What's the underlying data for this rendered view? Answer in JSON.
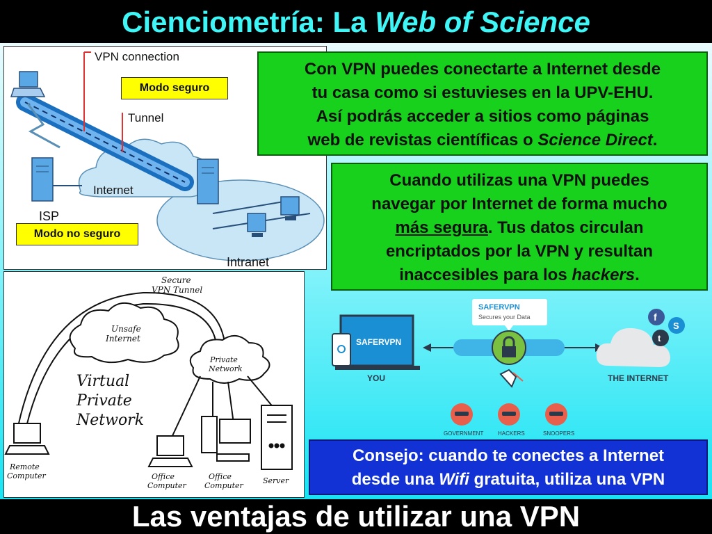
{
  "title_top": {
    "prefix": "Cienciometría: La ",
    "italic": "Web of Science"
  },
  "title_bottom": "Las ventajas de utilizar una VPN",
  "diagram1": {
    "vpn_connection": "VPN connection",
    "tunnel": "Tunnel",
    "internet": "Internet",
    "isp": "ISP",
    "intranet": "Intranet",
    "modo_seguro": "Modo seguro",
    "modo_no_seguro": "Modo no seguro"
  },
  "box1": {
    "line1": "Con VPN puedes conectarte  a Internet desde",
    "line2": "tu casa como si estuvieses en la UPV-EHU.",
    "line3": "Así podrás acceder a sitios como páginas",
    "line4_pre": "web de revistas científicas o ",
    "line4_italic": "Science Direct",
    "line4_post": "."
  },
  "box2": {
    "line1": "Cuando utilizas una VPN puedes",
    "line2": "navegar por Internet de forma mucho",
    "line3_underline": "más segura",
    "line3_post": ". Tus datos circulan",
    "line4": "encriptados por la VPN y resultan",
    "line5_pre": "inaccesibles para los ",
    "line5_italic": "hackers",
    "line5_post": "."
  },
  "diagram2": {
    "secure_line1": "Secure",
    "secure_line2": "VPN Tunnel",
    "unsafe_line1": "Unsafe",
    "unsafe_line2": "Internet",
    "private_line1": "Private",
    "private_line2": "Network",
    "vpn_line1": "Virtual",
    "vpn_line2": "Private",
    "vpn_line3": "Network",
    "remote_line1": "Remote",
    "remote_line2": "Computer",
    "office1_line1": "Office",
    "office1_line2": "Computer",
    "office2_line1": "Office",
    "office2_line2": "Computer",
    "server": "Server"
  },
  "diagram3": {
    "brand": "SAFERVPN",
    "brand_tag": "Secures your Data",
    "screen_brand": "SAFERVPN",
    "you": "YOU",
    "the_internet": "THE INTERNET",
    "government": "GOVERNMENT",
    "hackers": "HACKERS",
    "snoopers": "SNOOPERS",
    "social_f": "f",
    "social_s": "S",
    "social_t": "t",
    "colors": {
      "laptop": "#1b8fd3",
      "tunnel": "#3fb4e6",
      "lock": "#7ac142",
      "threat": "#e8604c",
      "cloud": "#e6e8ea"
    }
  },
  "box3": {
    "line1": "Consejo: cuando te conectes a Internet",
    "line2_pre": "desde una ",
    "line2_italic": "Wifi",
    "line2_post": " gratuita, utiliza una VPN"
  }
}
